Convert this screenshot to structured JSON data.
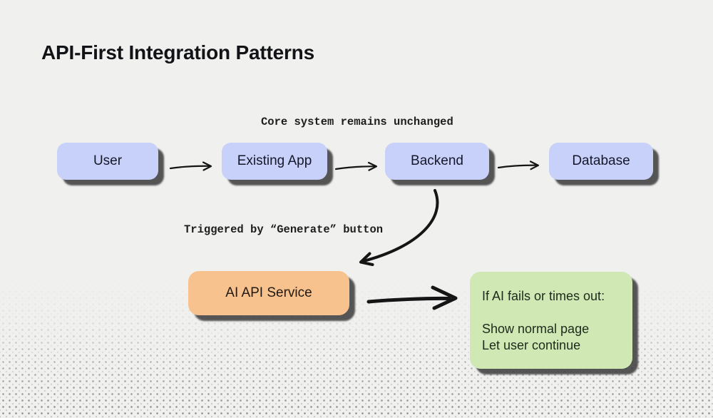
{
  "title": "API-First Integration Patterns",
  "colors": {
    "background": "#f0f0ee",
    "node_blue": "#c8d1f9",
    "node_orange": "#f8c28f",
    "note_green": "#cfe8b4",
    "shadow": "#323234",
    "arrow": "#151515",
    "text": "#16172a"
  },
  "annotations": {
    "core": "Core system remains unchanged",
    "trigger": "Triggered by “Generate” button"
  },
  "nodes": {
    "user": {
      "label": "User"
    },
    "existing_app": {
      "label": "Existing App"
    },
    "backend": {
      "label": "Backend"
    },
    "database": {
      "label": "Database"
    },
    "ai_service": {
      "label": "AI API Service"
    }
  },
  "fallback_note": {
    "heading": "If AI fails or times out:",
    "lines": [
      "Show normal page",
      "Let user continue"
    ]
  },
  "icons": {
    "flow_arrows": "arrow-right-icon",
    "trigger_arrow": "curved-arrow-down-left-icon",
    "fallback_arrow": "bold-arrow-right-icon",
    "texture": "halftone-dots-texture"
  }
}
